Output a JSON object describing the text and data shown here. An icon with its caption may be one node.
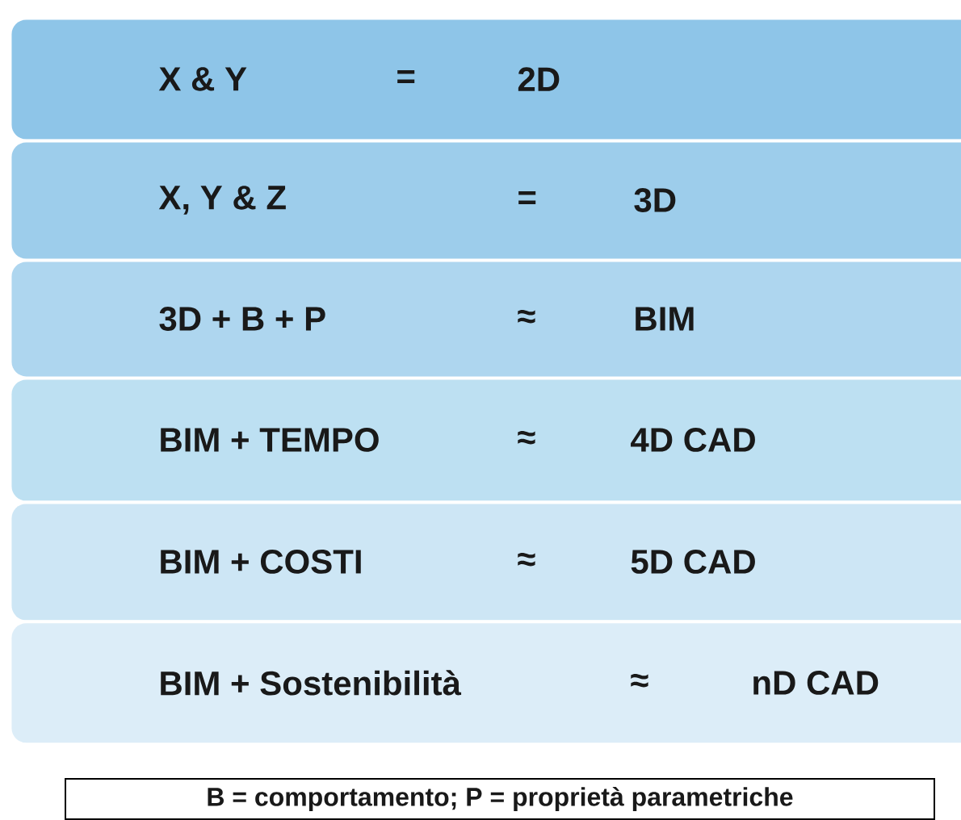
{
  "diagram": {
    "nodes": [
      {
        "text": [
          "X & Y",
          "=",
          "2D"
        ]
      },
      {
        "text": [
          "X, Y  & Z",
          "=",
          "3D"
        ]
      },
      {
        "text": [
          "3D + B + P",
          "≈",
          "BIM"
        ]
      },
      {
        "text": [
          "BIM + TEMPO",
          "≈",
          "4D CAD"
        ]
      },
      {
        "text": [
          "BIM + COSTI",
          "≈",
          "5D CAD"
        ]
      },
      {
        "text": [
          "BIM + Sostenibilità",
          "≈",
          "nD CAD"
        ]
      },
      {
        "text": [
          "B = comportamento; P = proprietà parametriche"
        ]
      }
    ]
  }
}
